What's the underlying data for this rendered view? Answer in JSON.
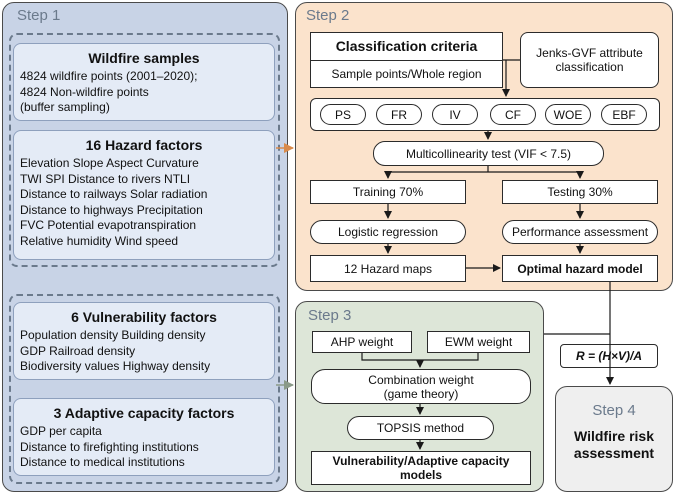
{
  "step1": {
    "label": "Step 1",
    "wildfire": {
      "title": "Wildfire samples",
      "lines": [
        "4824 wildfire points (2001–2020);",
        "4824 Non-wildfire points",
        "(buffer sampling)"
      ]
    },
    "hazard": {
      "title": "16 Hazard factors",
      "lines": [
        "Elevation Slope Aspect Curvature",
        "TWI SPI Distance to rivers NTLI",
        "Distance to railways Solar radiation",
        "Distance to highways Precipitation",
        "FVC Potential evapotranspiration",
        "Relative humidity Wind speed"
      ]
    },
    "vulnerability": {
      "title": "6 Vulnerability factors",
      "lines": [
        "Population density Building density",
        "GDP Railroad density",
        "Biodiversity values Highway density"
      ]
    },
    "adaptive": {
      "title": "3 Adaptive capacity factors",
      "lines": [
        "GDP per capita",
        "Distance to firefighting institutions",
        "Distance to medical institutions"
      ]
    }
  },
  "step2": {
    "label": "Step 2",
    "criteria_title": "Classification criteria",
    "criteria_sub": "Sample points/Whole region",
    "jenks": "Jenks-GVF attribute classification",
    "methods": [
      "PS",
      "FR",
      "IV",
      "CF",
      "WOE",
      "EBF"
    ],
    "multicollinearity": "Multicollinearity test (VIF < 7.5)",
    "training": "Training 70%",
    "testing": "Testing 30%",
    "logistic": "Logistic regression",
    "performance": "Performance assessment",
    "hazard_maps": "12 Hazard maps",
    "optimal": "Optimal hazard model"
  },
  "step3": {
    "label": "Step 3",
    "ahp": "AHP weight",
    "ewm": "EWM weight",
    "combination": "Combination weight (game theory)",
    "topsis": "TOPSIS method",
    "output": "Vulnerability/Adaptive capacity models"
  },
  "formula": "R = (H×V)/A",
  "step4": {
    "label": "Step 4",
    "title": "Wildfire risk assessment"
  },
  "colors": {
    "step1_bg": "#c8d3e6",
    "step2_bg": "#fbe3cc",
    "step3_bg": "#dde6d8",
    "step4_bg": "#efefef",
    "arrow_step2": "#d98a4a",
    "arrow_step3": "#8a9a88"
  }
}
